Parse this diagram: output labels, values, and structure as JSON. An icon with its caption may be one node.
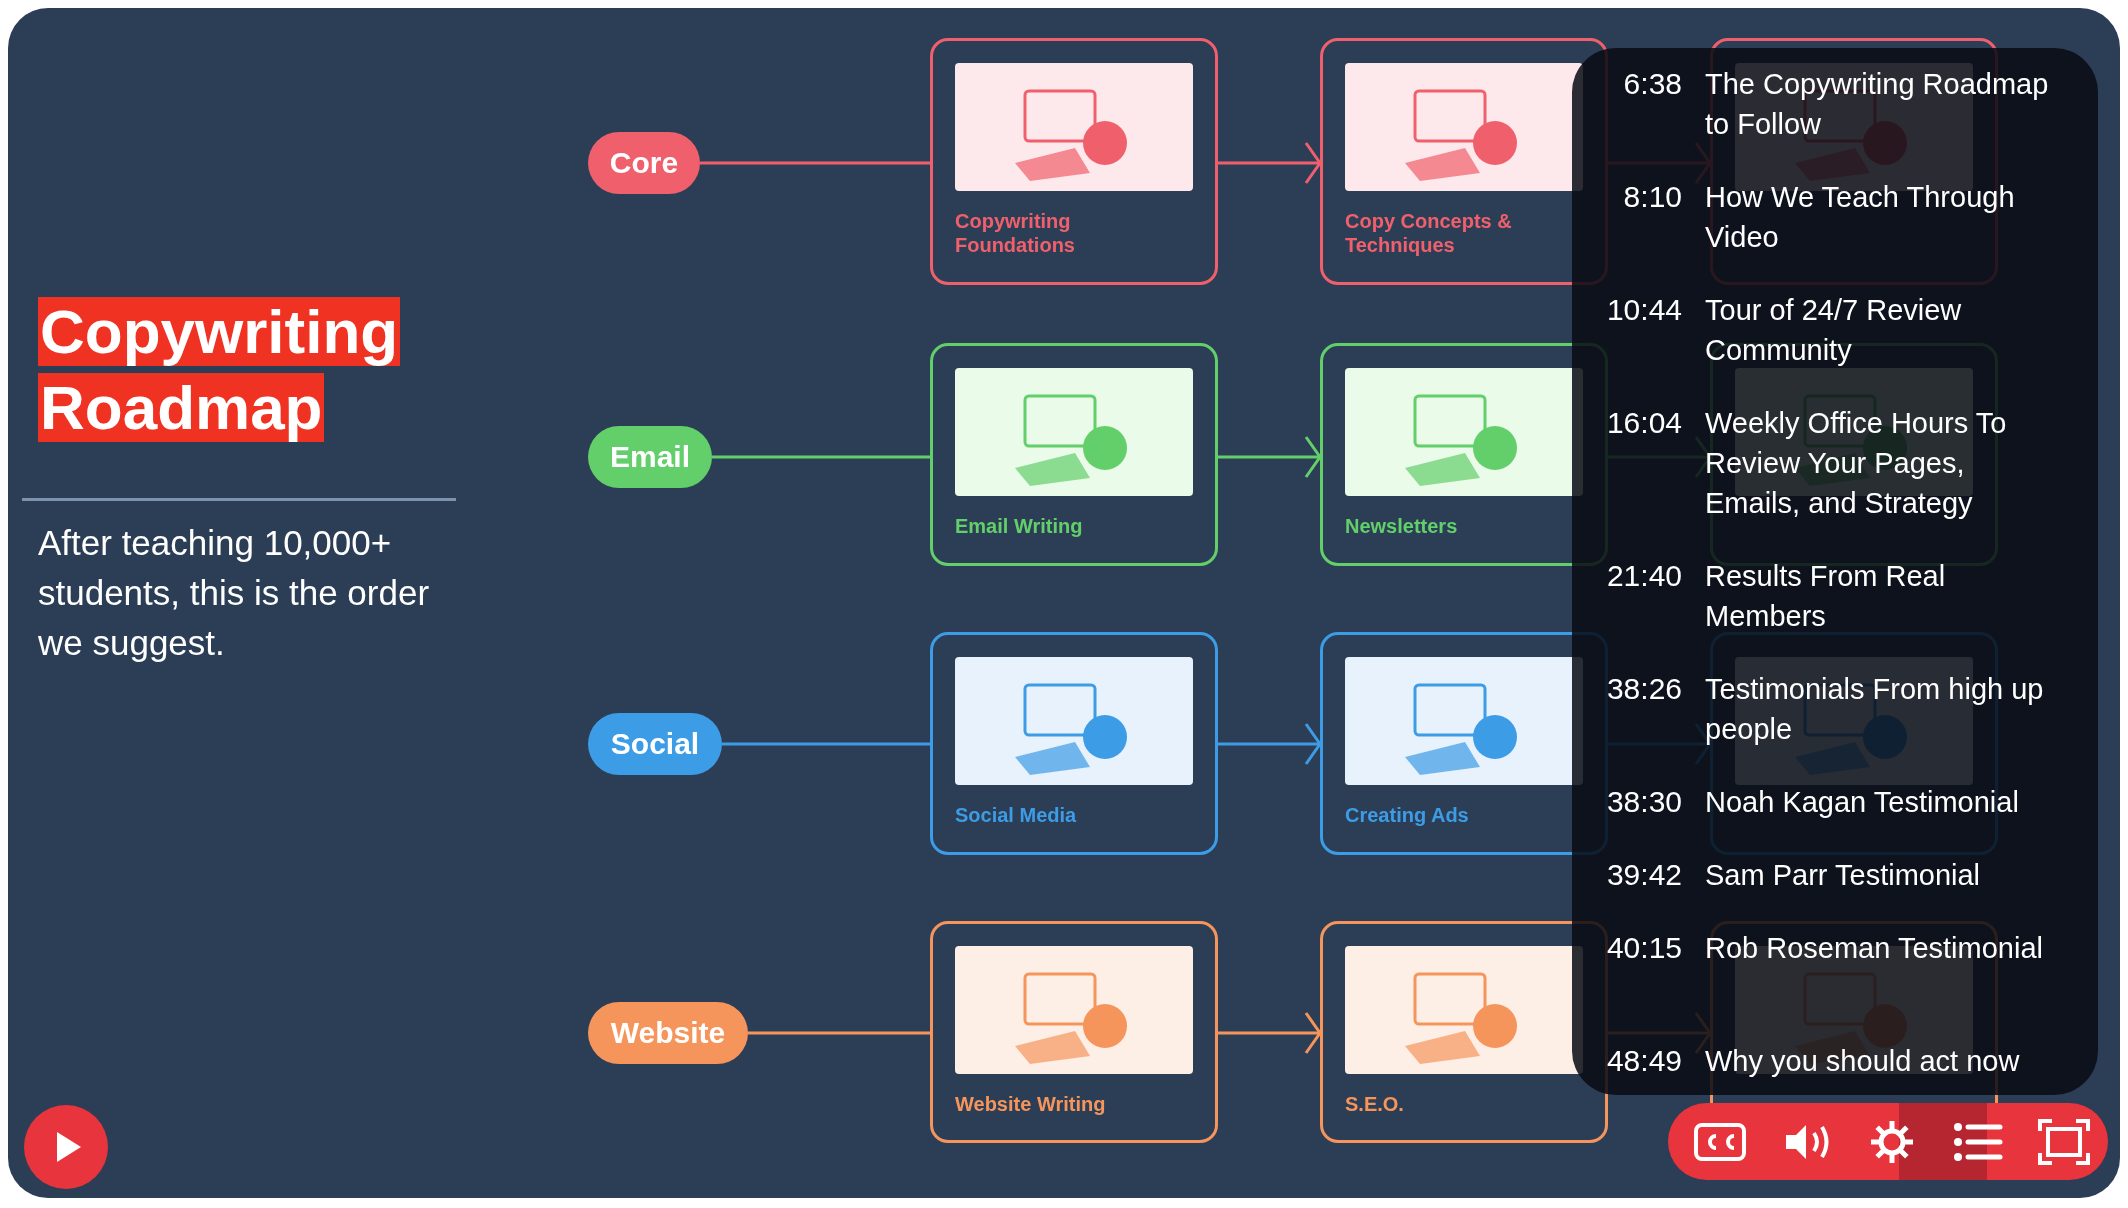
{
  "diagram": {
    "title": "Copywriting Roadmap",
    "nodes": [
      {
        "text": [
          "Core"
        ]
      },
      {
        "text": [
          "Copywriting Foundations"
        ]
      },
      {
        "text": [
          "Copy Concepts & Techniques"
        ]
      },
      {
        "text": [],
        "shape": "box"
      },
      {
        "text": [
          "Email"
        ]
      },
      {
        "text": [
          "Email Writing"
        ]
      },
      {
        "text": [
          "Newsletters"
        ]
      },
      {
        "text": [],
        "shape": "box"
      },
      {
        "text": [
          "Social"
        ]
      },
      {
        "text": [
          "Social Media"
        ]
      },
      {
        "text": [
          "Creating Ads"
        ]
      },
      {
        "text": [],
        "shape": "box"
      },
      {
        "text": [
          "Website"
        ]
      },
      {
        "text": [
          "Website Writing"
        ]
      },
      {
        "text": [
          "S.E.O."
        ]
      },
      {
        "text": [],
        "shape": "box"
      }
    ],
    "edges": [
      {
        "from": 0,
        "to": 1,
        "arrow": "none",
        "color": "#f0606c"
      },
      {
        "from": 1,
        "to": 2,
        "arrow": "to",
        "color": "#f0606c"
      },
      {
        "from": 2,
        "to": 3,
        "arrow": "to",
        "color": "#f0606c"
      },
      {
        "from": 4,
        "to": 5,
        "arrow": "none",
        "color": "#62cf6a"
      },
      {
        "from": 5,
        "to": 6,
        "arrow": "to",
        "color": "#62cf6a"
      },
      {
        "from": 6,
        "to": 7,
        "arrow": "to",
        "color": "#62cf6a"
      },
      {
        "from": 8,
        "to": 9,
        "arrow": "none",
        "color": "#3d9ce6"
      },
      {
        "from": 9,
        "to": 10,
        "arrow": "to",
        "color": "#3d9ce6"
      },
      {
        "from": 10,
        "to": 11,
        "arrow": "to",
        "color": "#3d9ce6"
      },
      {
        "from": 12,
        "to": 13,
        "arrow": "none",
        "color": "#f5955c"
      },
      {
        "from": 13,
        "to": 14,
        "arrow": "to",
        "color": "#f5955c"
      },
      {
        "from": 14,
        "to": 15,
        "arrow": "to",
        "color": "#f5955c"
      }
    ],
    "labels": [
      "After teaching 10,000+ students, this is the order we suggest.",
      "6:38",
      "The Copywriting Roadmap to Follow",
      "8:10",
      "How We Teach Through Video",
      "10:44",
      "Tour of 24/7 Review Community",
      "16:04",
      "Weekly Office Hours To Review Your Pages, Emails, and Strategy",
      "21:40",
      "Results From Real Members",
      "38:26",
      "Testimonials From high up people",
      "38:30",
      "Noah Kagan Testimonial",
      "39:42",
      "Sam Parr Testimonial",
      "40:15",
      "Rob Roseman Testimonial",
      "48:49",
      "Why you should act now"
    ]
  }
}
